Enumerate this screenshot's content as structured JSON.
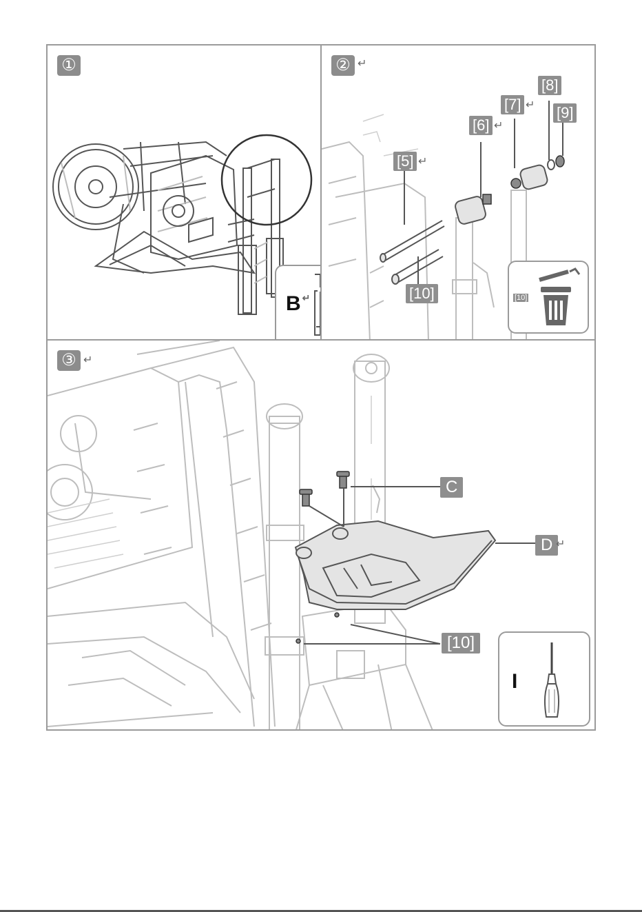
{
  "steps": [
    {
      "number": "①"
    },
    {
      "number": "②"
    },
    {
      "number": "③"
    }
  ],
  "step1": {
    "tool_letter": "B"
  },
  "step2": {
    "parts": {
      "p5": "[5]",
      "p6": "[6]",
      "p7": "[7]",
      "p8": "[8]",
      "p9": "[9]",
      "p10": "[10]"
    },
    "discard_label": "[10]"
  },
  "step3": {
    "callouts": {
      "c": "C",
      "d": "D",
      "p10": "[10]"
    },
    "tool_letter": "I"
  },
  "icons": [
    "hex-key-icon",
    "trash-icon",
    "screwdriver-icon",
    "return-arrow-icon"
  ],
  "colors": {
    "label_bg": "#8e8e8e",
    "border": "#9a9a9a",
    "line_art": "#bdbdbd"
  }
}
